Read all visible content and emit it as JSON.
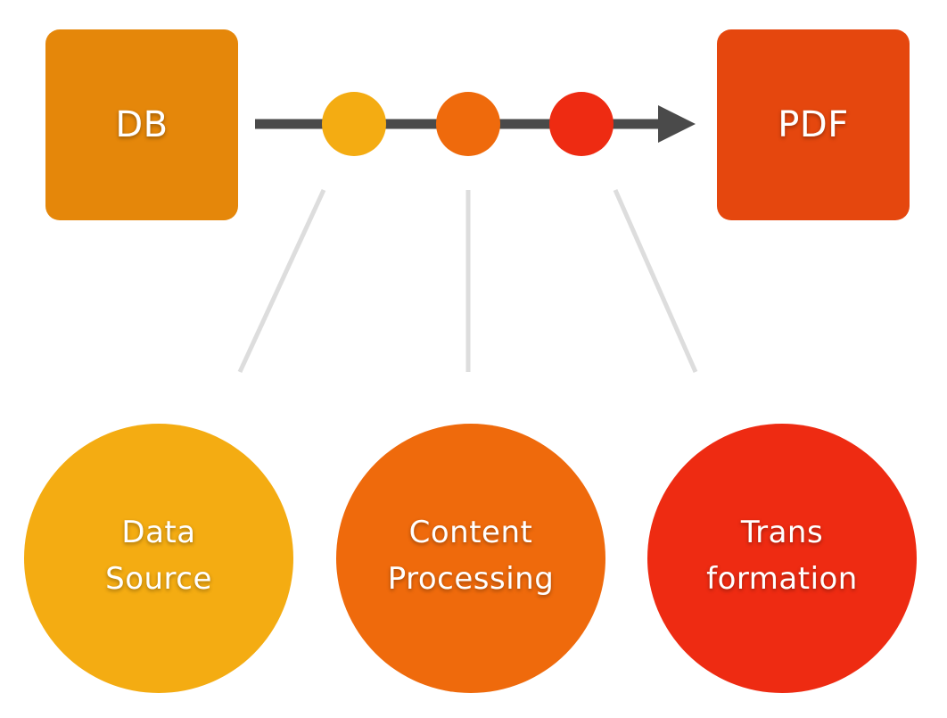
{
  "source_node": {
    "label": "DB",
    "color": "#E5870A"
  },
  "target_node": {
    "label": "PDF",
    "color": "#E5470E"
  },
  "arrow": {
    "color": "#4A4A4A"
  },
  "stages": [
    {
      "line1": "Data",
      "line2": "Source",
      "color": "#F4AC12"
    },
    {
      "line1": "Content",
      "line2": "Processing",
      "color": "#EF6A0C"
    },
    {
      "line1": "Trans",
      "line2": "formation",
      "color": "#EE2B12"
    }
  ],
  "connector_color": "#DDDDDD"
}
